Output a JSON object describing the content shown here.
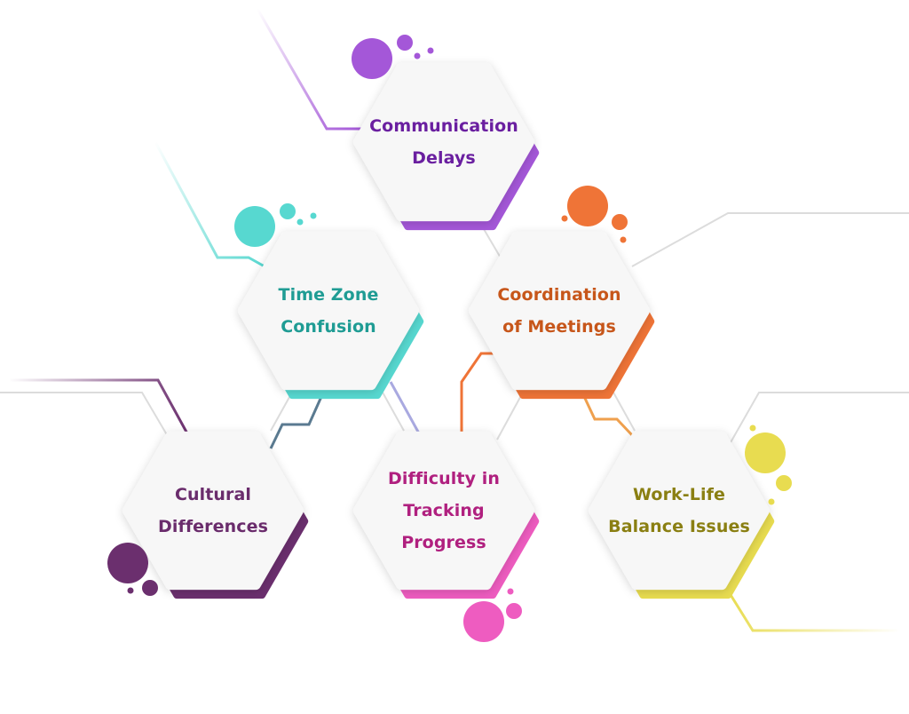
{
  "diagram": {
    "nodes": [
      {
        "id": "communication",
        "lines": [
          "Communication",
          "Delays"
        ],
        "color": "#a457d8",
        "text_color": "#6a1fa0",
        "icon": "hexagon-card-icon"
      },
      {
        "id": "timezone",
        "lines": [
          "Time Zone",
          "Confusion"
        ],
        "color": "#57d8d0",
        "text_color": "#1f9c94",
        "icon": "hexagon-card-icon"
      },
      {
        "id": "coordination",
        "lines": [
          "Coordination",
          "of Meetings"
        ],
        "color": "#ef7437",
        "text_color": "#c7561a",
        "icon": "hexagon-card-icon"
      },
      {
        "id": "cultural",
        "lines": [
          "Cultural",
          "Differences"
        ],
        "color": "#6b2f6e",
        "text_color": "#6a2c6c",
        "icon": "hexagon-card-icon"
      },
      {
        "id": "tracking",
        "lines": [
          "Difficulty in",
          "Tracking",
          "Progress"
        ],
        "color": "#ee5cc0",
        "text_color": "#b0207f",
        "icon": "hexagon-card-icon"
      },
      {
        "id": "worklife",
        "lines": [
          "Work-Life",
          "Balance Issues"
        ],
        "color": "#e8dc50",
        "text_color": "#8a7f12",
        "icon": "hexagon-card-icon"
      }
    ]
  }
}
